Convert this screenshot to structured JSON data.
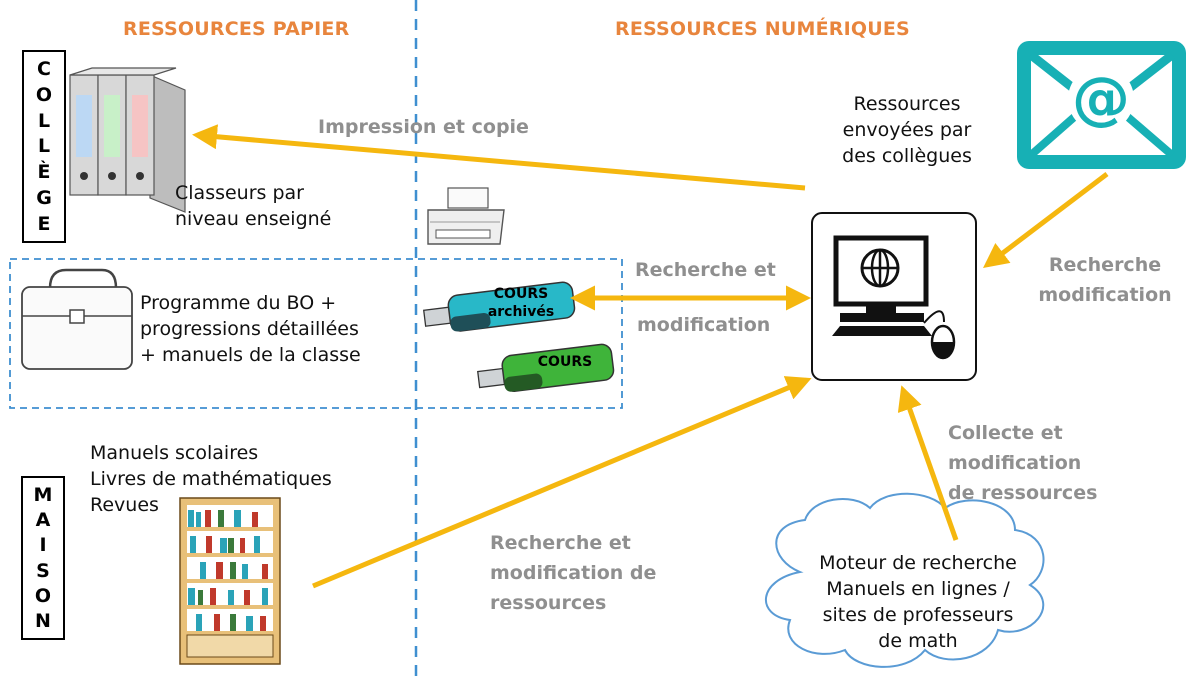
{
  "headers": {
    "paper": "RESSOURCES PAPIER",
    "digital": "RESSOURCES NUMÉRIQUES"
  },
  "sides": {
    "college": [
      "C",
      "O",
      "L",
      "L",
      "È",
      "G",
      "E"
    ],
    "maison": [
      "M",
      "A",
      "I",
      "S",
      "O",
      "N"
    ]
  },
  "labels": {
    "binders": [
      "Classeurs par",
      "niveau enseigné"
    ],
    "programme": [
      "Programme du BO +",
      "progressions détaillées",
      "+ manuels de la classe"
    ],
    "home_books": [
      "Manuels scolaires",
      "Livres de mathématiques",
      "Revues"
    ],
    "emailed": [
      "Ressources",
      "envoyées par",
      "des collègues"
    ],
    "search_engine": [
      "Moteur de recherche",
      "Manuels en lignes /",
      "sites de professeurs",
      "de math"
    ]
  },
  "arrows": {
    "print": "Impression et copie",
    "usb": [
      "Recherche et",
      "modification"
    ],
    "email": [
      "Recherche",
      "modification"
    ],
    "collect": [
      "Collecte et",
      "modification",
      "de ressources"
    ],
    "home": [
      "Recherche et",
      "modification de",
      "ressources"
    ]
  },
  "usb_keys": {
    "archived": [
      "COURS",
      "archivés"
    ],
    "current": "COURS"
  },
  "colors": {
    "arrow": "#f5b70f",
    "header": "#e8853d",
    "divider": "#3f8fd0",
    "email_icon": "#17b0b5",
    "usb_archived": "#28b8c8",
    "usb_current": "#3fb43a",
    "cloud_stroke": "#5a9bd5"
  },
  "icons": [
    "binders-icon",
    "printer-icon",
    "briefcase-icon",
    "usb-key-icon",
    "bookshelf-icon",
    "computer-icon",
    "email-icon",
    "cloud-icon"
  ]
}
